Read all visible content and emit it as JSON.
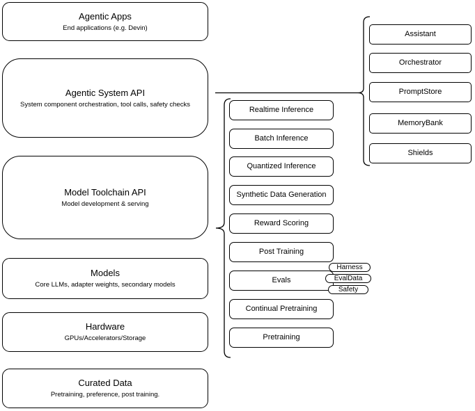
{
  "colors": {
    "border": "#000000",
    "background": "#ffffff",
    "text": "#000000"
  },
  "left_column": [
    {
      "title": "Agentic Apps",
      "subtitle": "End applications (e.g. Devin)"
    },
    {
      "title": "Agentic System API",
      "subtitle": "System component orchestration, tool calls, safety checks"
    },
    {
      "title": "Model Toolchain API",
      "subtitle": "Model development & serving"
    },
    {
      "title": "Models",
      "subtitle": "Core LLMs, adapter weights, secondary models"
    },
    {
      "title": "Hardware",
      "subtitle": "GPUs/Accelerators/Storage"
    },
    {
      "title": "Curated Data",
      "subtitle": "Pretraining, preference, post training."
    }
  ],
  "middle_column": {
    "items": [
      "Realtime Inference",
      "Batch Inference",
      "Quantized Inference",
      "Synthetic Data Generation",
      "Reward Scoring",
      "Post Training",
      "Evals",
      "Continual Pretraining",
      "Pretraining"
    ]
  },
  "evals_badges": [
    "Harness",
    "EvalData",
    "Safety"
  ],
  "right_column": [
    "Assistant",
    "Orchestrator",
    "PromptStore",
    "MemoryBank",
    "Shields"
  ]
}
